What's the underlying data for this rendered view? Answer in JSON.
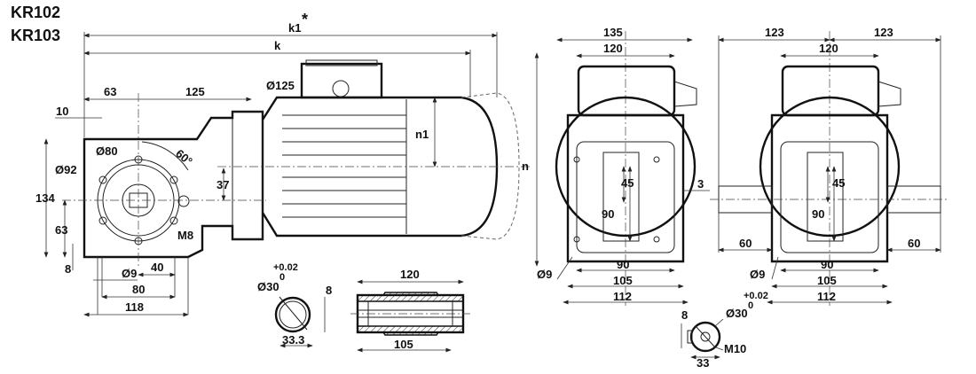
{
  "titles": [
    "KR102",
    "KR103"
  ],
  "side_view": {
    "k1": "k1",
    "k1_star": "*",
    "k": "k",
    "dim_63_top": "63",
    "dim_125": "125",
    "dim_10": "10",
    "d125": "Ø125",
    "d80": "Ø80",
    "d92": "Ø92",
    "angle": "60°",
    "dim_37": "37",
    "dim_134": "134",
    "dim_63_side": "63",
    "dim_8": "8",
    "m8": "M8",
    "d9": "Ø9",
    "dim_40": "40",
    "dim_80": "80",
    "dim_118": "118",
    "n1": "n1",
    "n": "n"
  },
  "hollow_shaft": {
    "tol_upper": "+0.02",
    "tol_lower": "0",
    "d30": "Ø30",
    "key": "8",
    "keyway": "33.3",
    "length_120": "120",
    "length_105": "105"
  },
  "front_view": {
    "dim_135": "135",
    "dim_120": "120",
    "dim_45": "45",
    "dim_90_v": "90",
    "dim_3": "3",
    "d9": "Ø9",
    "dim_90": "90",
    "dim_105": "105",
    "dim_112": "112"
  },
  "front_view_shaft": {
    "dim_123_left": "123",
    "dim_123_right": "123",
    "dim_120": "120",
    "dim_45": "45",
    "dim_90_v": "90",
    "dim_60_left": "60",
    "dim_60_right": "60",
    "d9": "Ø9",
    "dim_90": "90",
    "dim_105": "105",
    "dim_112": "112"
  },
  "solid_shaft": {
    "tol_upper": "+0.02",
    "tol_lower": "0",
    "key": "8",
    "d30": "Ø30",
    "thread": "M10",
    "keyway": "33"
  }
}
